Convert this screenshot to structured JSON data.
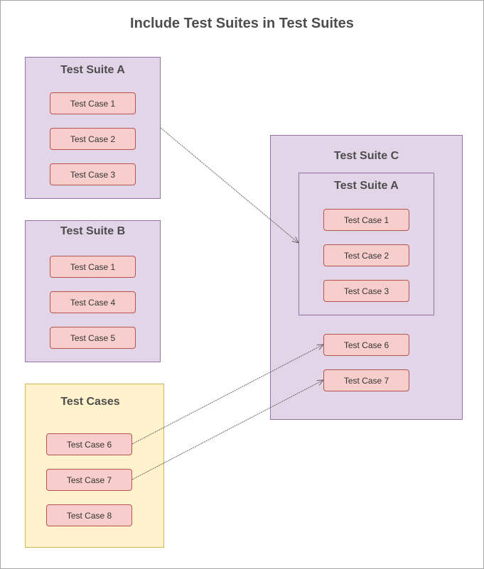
{
  "diagram": {
    "title": "Include Test Suites in Test Suites",
    "suite_a": {
      "title": "Test Suite A",
      "cases": [
        "Test Case 1",
        "Test Case 2",
        "Test Case 3"
      ]
    },
    "suite_b": {
      "title": "Test Suite B",
      "cases": [
        "Test Case 1",
        "Test Case 4",
        "Test Case 5"
      ]
    },
    "test_cases": {
      "title": "Test Cases",
      "cases": [
        "Test Case 6",
        "Test Case 7",
        "Test Case 8"
      ]
    },
    "suite_c": {
      "title": "Test Suite C",
      "inner_suite": {
        "title": "Test Suite A",
        "cases": [
          "Test Case 1",
          "Test Case 2",
          "Test Case 3"
        ]
      },
      "cases": [
        "Test Case 6",
        "Test Case 7"
      ]
    },
    "colors": {
      "suite_fill": "#e1d5e7",
      "suite_border": "#9673a6",
      "case_fill": "#f8cecc",
      "case_border": "#b85450",
      "tests_fill": "#fff2cc",
      "tests_border": "#d6b656"
    }
  }
}
